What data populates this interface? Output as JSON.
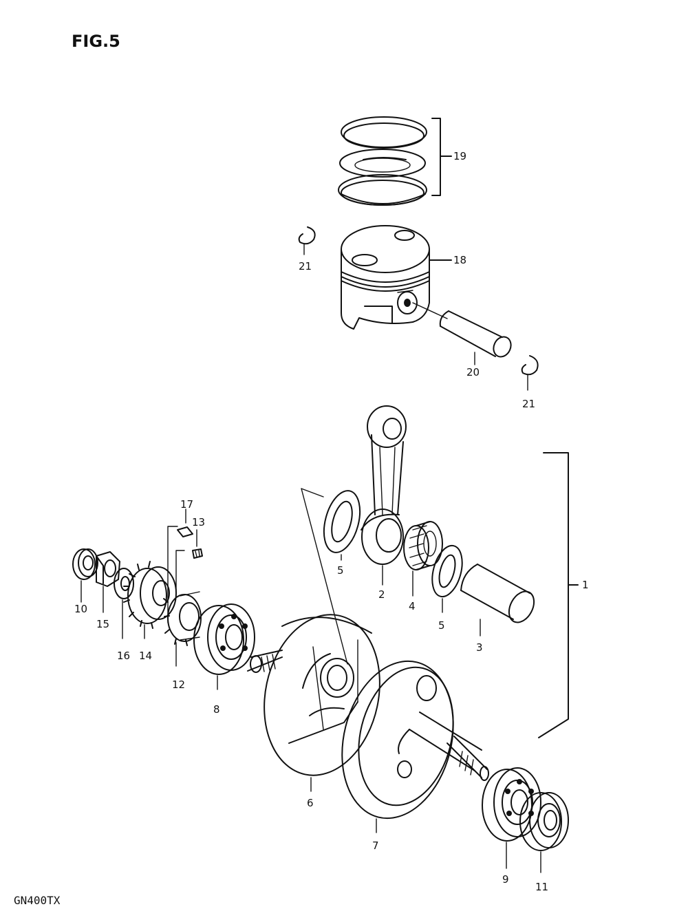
{
  "figure": {
    "title": "FIG.5",
    "model_code": "GN400TX"
  },
  "parts": {
    "crankshaft_assy": "1",
    "connecting_rod": "2",
    "crank_pin": "3",
    "needle_bearing": "4",
    "thrust_washer": "5",
    "crank_web_right": "6",
    "crank_web_left": "7",
    "bearing_left": "8",
    "bearing_right": "9",
    "oil_seal_left": "10",
    "oil_seal_right": "11",
    "sprocket": "12",
    "key_13": "13",
    "gear": "14",
    "nut": "15",
    "washer": "16",
    "key_17": "17",
    "piston": "18",
    "piston_ring_set": "19",
    "piston_pin": "20",
    "circlip": "21"
  }
}
